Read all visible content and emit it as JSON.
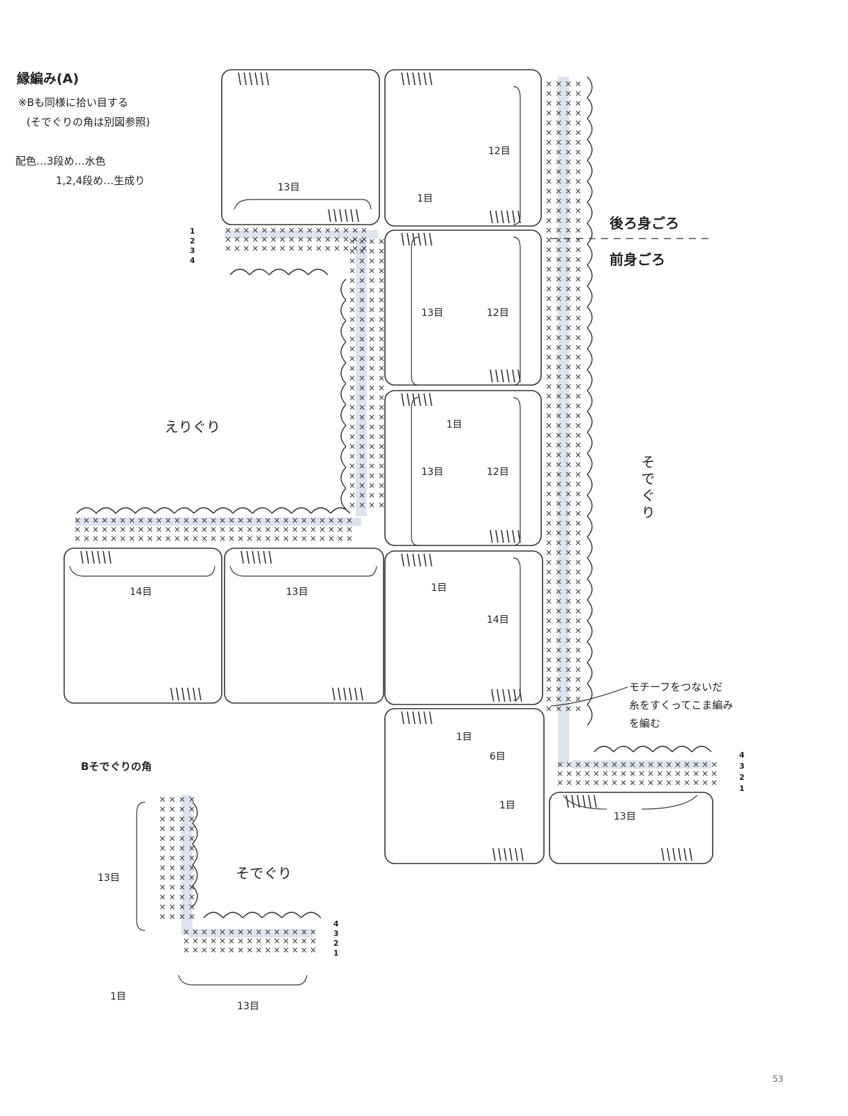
{
  "header": {
    "title": "縁編み(A)",
    "note_line1": "※Bも同様に拾い目する",
    "note_line2": "(そでぐりの角は別図参照)",
    "color_line1": "配色…3段め…水色",
    "color_line2": "1,2,4段め…生成り"
  },
  "labels": {
    "back_body": "後ろ身ごろ",
    "front_body": "前身ごろ",
    "neckline": "えりぐり",
    "armhole": "そでぐり",
    "join_note_line1": "モチーフをつないだ",
    "join_note_line2": "糸をすくってこま編み",
    "join_note_line3": "を編む",
    "inset_title": "Bそでぐりの角",
    "inset_armhole": "そでぐり",
    "page_number": "53"
  },
  "stitch_counts": {
    "c13": "13目",
    "c12": "12目",
    "c14": "14目",
    "c1": "1目",
    "c6": "6目"
  },
  "row_numbers": [
    "1",
    "2",
    "3",
    "4"
  ],
  "colors": {
    "line": "#333333",
    "highlight_row": "#dde3ef",
    "background": "#ffffff"
  }
}
